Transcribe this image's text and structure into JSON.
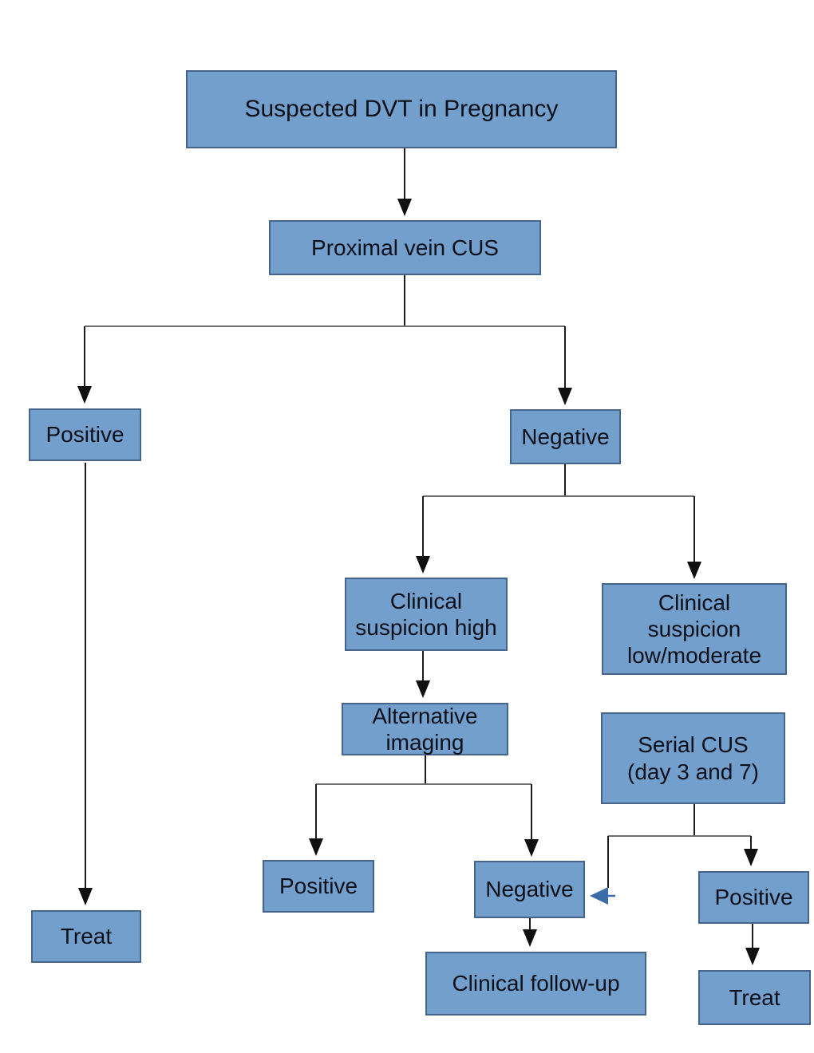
{
  "colors": {
    "node_fill": "#739fcd",
    "node_border": "#46648c",
    "node_text": "#0c1018",
    "line_v": "#1c1c1c",
    "line_h": "#6f6f6f",
    "arrowhead": "#101010",
    "arrow_blue": "#3d6da8",
    "bg": "#ffffff"
  },
  "nodes": [
    {
      "id": "suspected-dvt",
      "label": "Suspected DVT in Pregnancy"
    },
    {
      "id": "proximal-vein-cus",
      "label": "Proximal vein CUS"
    },
    {
      "id": "cus-positive",
      "label": "Positive"
    },
    {
      "id": "cus-negative",
      "label": "Negative"
    },
    {
      "id": "clinical-suspicion-high",
      "label": "Clinical\nsuspicion high"
    },
    {
      "id": "clinical-suspicion-low-moderate",
      "label": "Clinical\nsuspicion\nlow/moderate"
    },
    {
      "id": "alternative-imaging",
      "label": "Alternative\nimaging"
    },
    {
      "id": "serial-cus",
      "label": "Serial CUS\n(day 3 and 7)"
    },
    {
      "id": "imaging-positive",
      "label": "Positive"
    },
    {
      "id": "imaging-negative",
      "label": "Negative"
    },
    {
      "id": "clinical-follow-up",
      "label": "Clinical follow-up"
    },
    {
      "id": "serial-positive",
      "label": "Positive"
    },
    {
      "id": "treat-right",
      "label": "Treat"
    },
    {
      "id": "treat-left",
      "label": "Treat"
    }
  ]
}
